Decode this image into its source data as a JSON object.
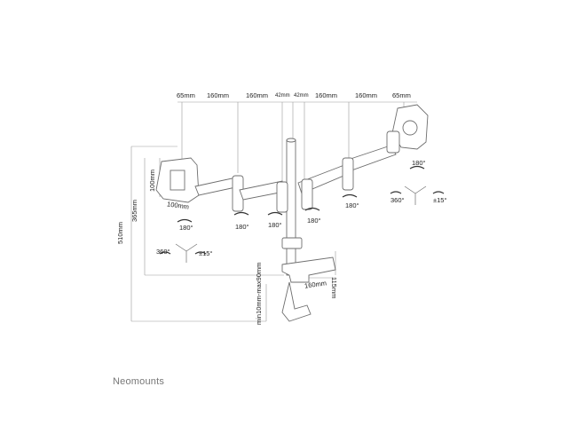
{
  "brand": "Neomounts",
  "dimensions_top": {
    "d1": "65mm",
    "d2": "160mm",
    "d3": "160mm",
    "d4": "42mm",
    "d5": "42mm",
    "d6": "160mm",
    "d7": "160mm",
    "d8": "65mm"
  },
  "dimensions_side": {
    "height_510": "510mm",
    "height_365": "365mm",
    "vesa_100_v": "100mm",
    "vesa_100_h": "100mm",
    "desk_thickness": "min10mm-max90mm",
    "clamp_height": "115mm",
    "clamp_depth": "160mm"
  },
  "rotation_labels": {
    "r1": "180°",
    "r2": "180°",
    "r3": "180°",
    "r4": "180°",
    "r5": "180°",
    "r6": "180°",
    "swivel_left": "360°",
    "tilt_left": "±15°",
    "swivel_right": "360°",
    "tilt_right": "±15°"
  },
  "colors": {
    "line": "#6e6e6e",
    "thin": "#9a9a9a",
    "text": "#222222",
    "brand": "#777777"
  }
}
